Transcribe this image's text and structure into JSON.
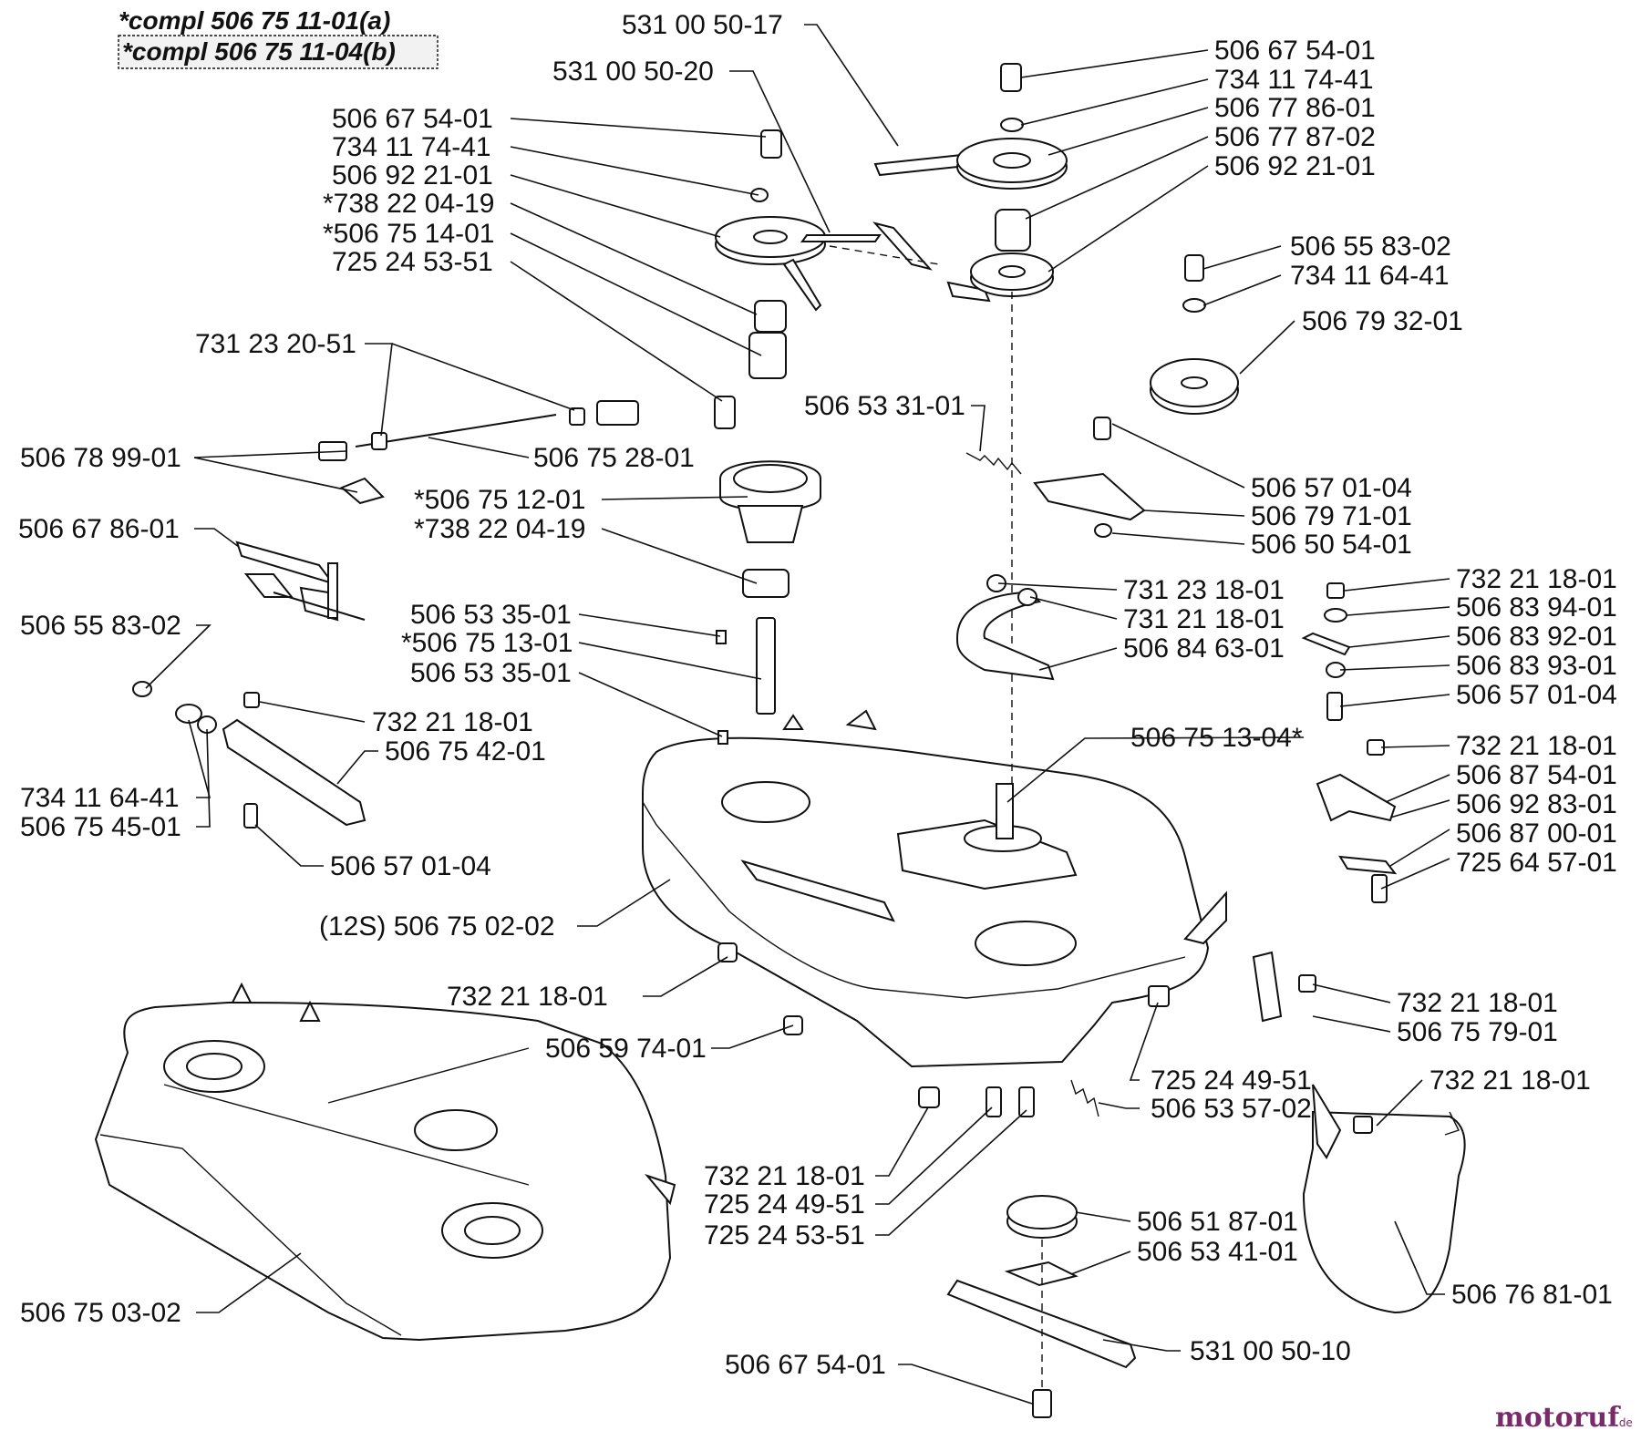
{
  "header": {
    "line1": "*compl 506 75 11-01(a)",
    "line2": "*compl 506 75 11-04(b)"
  },
  "watermark": {
    "brand": "motoruf",
    "suffix": ".de",
    "color": "#7a2a6a"
  },
  "labels": {
    "l01": "531 00 50-17",
    "l02": "531 00 50-20",
    "l03": "506 67 54-01",
    "l04": "734 11 74-41",
    "l05": "506 77 86-01",
    "l06": "506 77 87-02",
    "l07": "506 92 21-01",
    "l08": "506 67 54-01",
    "l09": "734 11 74-41",
    "l10": "506 92 21-01",
    "l11": "*738 22 04-19",
    "l12": "*506 75 14-01",
    "l13": "725 24 53-51",
    "l14": "506 55 83-02",
    "l15": "734 11 64-41",
    "l16": "506 79 32-01",
    "l17": "731 23 20-51",
    "l18": "506 53 31-01",
    "l19": "506 78 99-01",
    "l20": "506 75 28-01",
    "l21": "506 57 01-04",
    "l22": "506 79 71-01",
    "l23": "*506 75 12-01",
    "l24": "*738 22 04-19",
    "l25": "506 50 54-01",
    "l26": "506 67 86-01",
    "l27": "731 23 18-01",
    "l28": "731 21 18-01",
    "l29": "732 21 18-01",
    "l30": "506 83 94-01",
    "l31": "506 53 35-01",
    "l32": "*506 75 13-01",
    "l33": "506 83 92-01",
    "l34": "506 84 63-01",
    "l35": "506 83 93-01",
    "l36": "506 53 35-01",
    "l37": "506 55 83-02",
    "l38": "506 57 01-04",
    "l39": "506 75 13-04*",
    "l40": "732 21 18-01",
    "l41": "732 21 18-01",
    "l42": "506 75 42-01",
    "l43": "506 87 54-01",
    "l44": "734 11 64-41",
    "l45": "506 92 83-01",
    "l46": "506 75 45-01",
    "l47": "506 87 00-01",
    "l48": "725 64 57-01",
    "l49": "506 57 01-04",
    "l50": "(12S) 506 75 02-02",
    "l51": "732 21 18-01",
    "l52": "732 21 18-01",
    "l53": "506 75 79-01",
    "l54": "506 59 74-01",
    "l55": "725 24 49-51",
    "l56": "732 21 18-01",
    "l57": "506 53 57-02",
    "l58": "732 21 18-01",
    "l59": "725 24 49-51",
    "l60": "725 24 53-51",
    "l61": "506 51 87-01",
    "l62": "506 53 41-01",
    "l63": "506 75 03-02",
    "l64": "506 76 81-01",
    "l65": "531 00 50-10",
    "l66": "506 67 54-01"
  }
}
